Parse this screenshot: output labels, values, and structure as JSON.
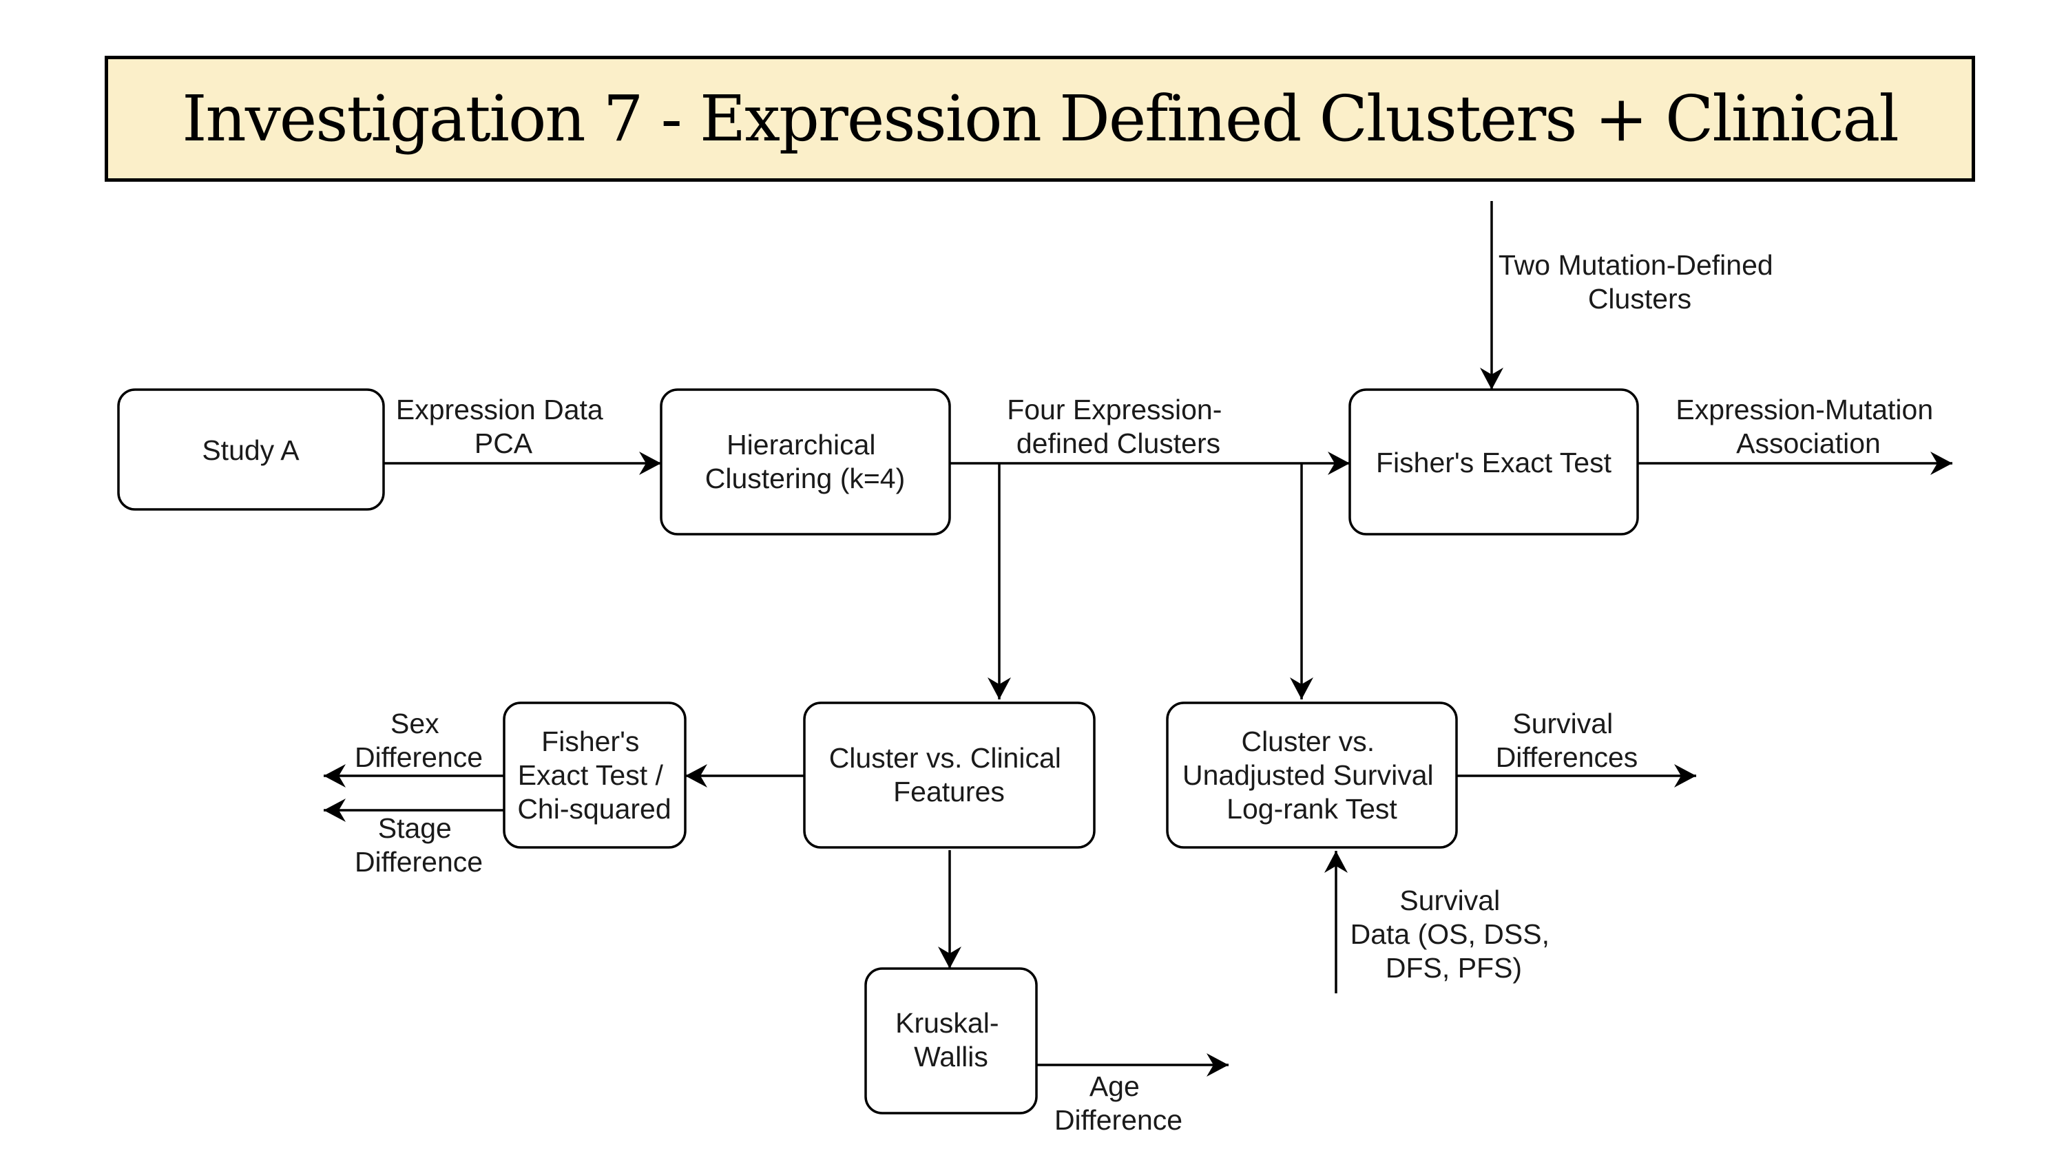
{
  "title": "Investigation 7 - Expression Defined Clusters + Clinical",
  "nodes": {
    "study_a": [
      "Study A"
    ],
    "hierarchical": [
      "Hierarchical",
      "Clustering (k=4)"
    ],
    "fisher_main": [
      "Fisher's Exact Test"
    ],
    "cluster_clinical": [
      "Cluster vs. Clinical",
      "Features"
    ],
    "cluster_survival": [
      "Cluster vs.",
      "Unadjusted Survival",
      "Log-rank Test"
    ],
    "fisher_chi": [
      "Fisher's",
      "Exact Test /",
      "Chi-squared"
    ],
    "kruskal": [
      "Kruskal-",
      "Wallis"
    ]
  },
  "edges": {
    "expression_pca": [
      "Expression Data",
      "PCA"
    ],
    "four_clusters": [
      "Four Expression-",
      "defined Clusters"
    ],
    "two_mutation": [
      "Two Mutation-Defined",
      "Clusters"
    ],
    "expr_mut_assoc": [
      "Expression-Mutation",
      "Association"
    ],
    "survival_diff": [
      "Survival",
      "Differences"
    ],
    "survival_data": [
      "Survival",
      "Data (OS, DSS,",
      "DFS, PFS)"
    ],
    "sex_diff": [
      "Sex",
      "Difference"
    ],
    "stage_diff": [
      "Stage",
      "Difference"
    ],
    "age_diff": [
      "Age",
      "Difference"
    ]
  }
}
